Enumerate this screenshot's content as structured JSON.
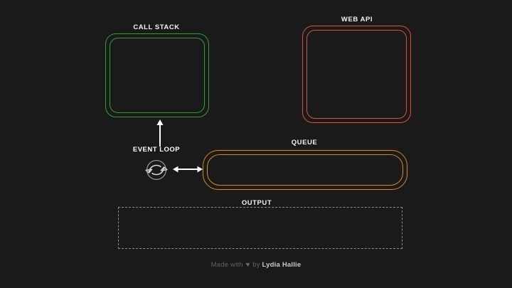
{
  "background_color": "#1a1a1a",
  "sections": {
    "call_stack": {
      "label": "CALL STACK",
      "color": "#2f9c3c",
      "items": []
    },
    "web_api": {
      "label": "WEB API",
      "color": "#d8503e",
      "items": []
    },
    "queue": {
      "label": "QUEUE",
      "color": "#d8891e",
      "items": []
    },
    "output": {
      "label": "OUTPUT",
      "color": "#8a8a8a",
      "items": []
    }
  },
  "event_loop": {
    "label": "EVENT LOOP",
    "icon": "sync-circular-arrows-icon",
    "color": "#ffffff",
    "arrow_to_call_stack": "arrow-up-icon",
    "arrow_to_queue": "arrow-left-right-icon"
  },
  "footer": {
    "made_with": "Made with",
    "heart": "♥",
    "by": "by",
    "author": "Lydia Hallie"
  }
}
